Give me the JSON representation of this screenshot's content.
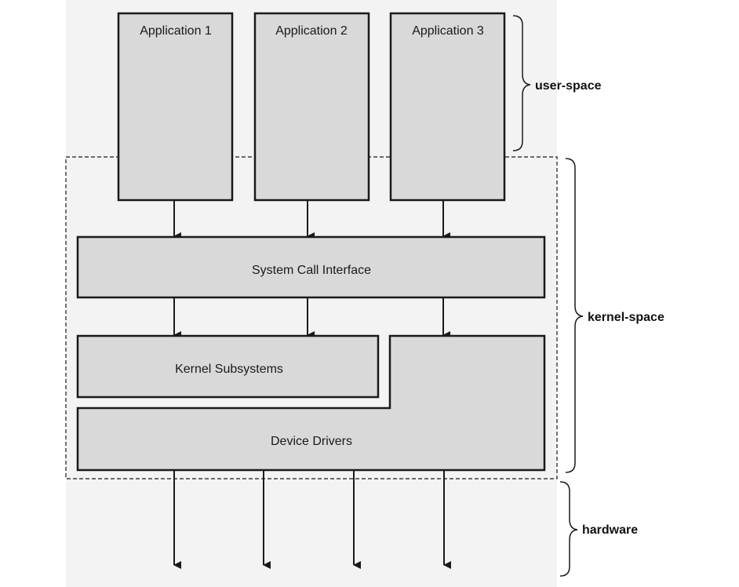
{
  "applications": [
    {
      "label": "Application 1"
    },
    {
      "label": "Application 2"
    },
    {
      "label": "Application 3"
    }
  ],
  "layers": {
    "syscall": "System Call Interface",
    "subsystems": "Kernel Subsystems",
    "drivers": "Device Drivers"
  },
  "regions": {
    "user": "user-space",
    "kernel": "kernel-space",
    "hardware": "hardware"
  },
  "colors": {
    "box_fill": "#d9d9d9",
    "stroke": "#1a1a1a",
    "background_panel": "#f3f3f3"
  }
}
